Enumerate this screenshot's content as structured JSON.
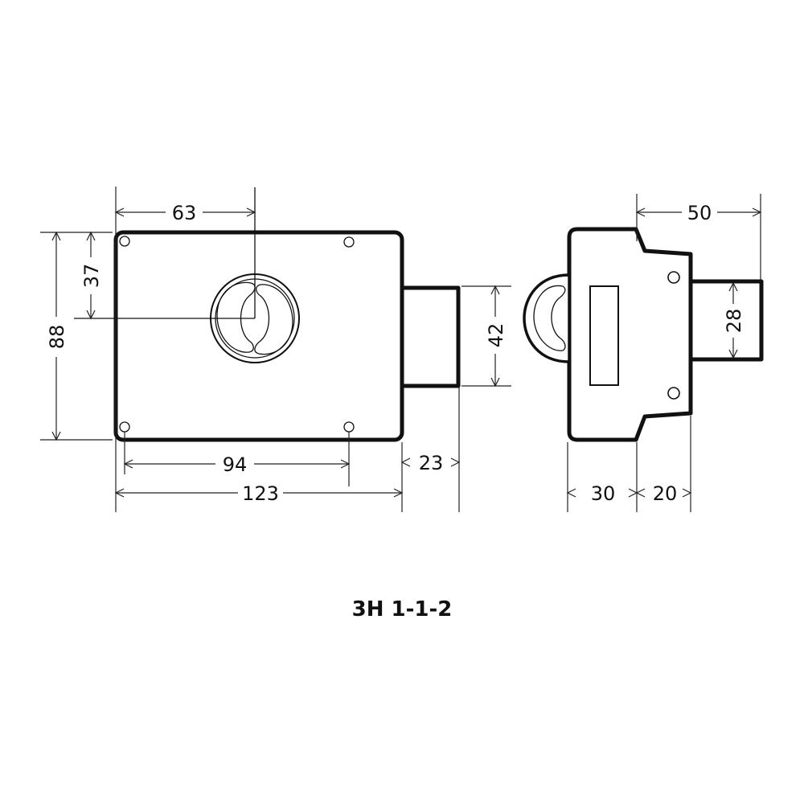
{
  "caption": "3H 1-1-2",
  "dimensions": {
    "d63": "63",
    "d37": "37",
    "d88": "88",
    "d42": "42",
    "d94": "94",
    "d23": "23",
    "d123": "123",
    "d50": "50",
    "d28": "28",
    "d30": "30",
    "d20": "20"
  }
}
